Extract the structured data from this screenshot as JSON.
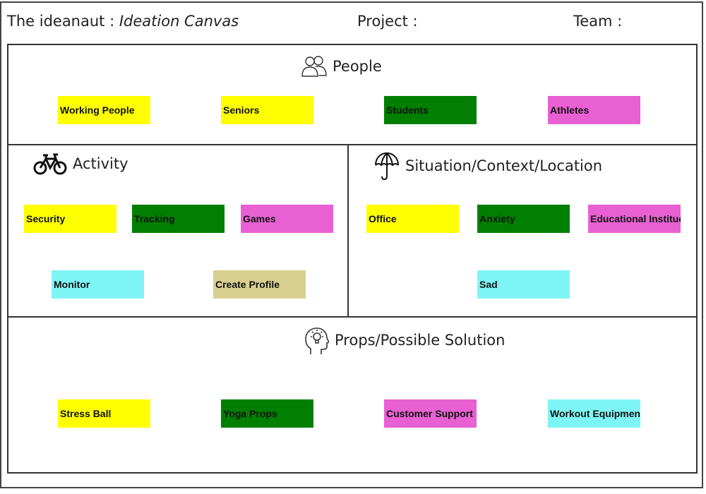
{
  "header": {
    "title_prefix": "The ideanaut : ",
    "title_italic": "Ideation Canvas",
    "project_label": "Project :",
    "team_label": "Team :"
  },
  "colors": {
    "yellow": "#ffff00",
    "green": "#007f00",
    "pink": "#e860d2",
    "cyan": "#7ef5f5",
    "khaki": "#d8cf90"
  },
  "sections": {
    "people": {
      "title": "People",
      "icon": "people-icon",
      "notes": [
        {
          "text": "Working People",
          "color": "#ffff00"
        },
        {
          "text": "Seniors",
          "color": "#ffff00"
        },
        {
          "text": "Students",
          "color": "#007f00"
        },
        {
          "text": "Athletes",
          "color": "#e860d2"
        }
      ]
    },
    "activity": {
      "title": "Activity",
      "icon": "bicycle-icon",
      "notes": [
        {
          "text": "Security",
          "color": "#ffff00"
        },
        {
          "text": "Tracking",
          "color": "#007f00"
        },
        {
          "text": "Games",
          "color": "#e860d2"
        },
        {
          "text": "Monitor",
          "color": "#7ef5f5"
        },
        {
          "text": "Create Profile",
          "color": "#d8cf90"
        }
      ]
    },
    "situation": {
      "title": "Situation/Context/Location",
      "icon": "umbrella-icon",
      "notes": [
        {
          "text": "Office",
          "color": "#ffff00"
        },
        {
          "text": "Anxiety",
          "color": "#007f00"
        },
        {
          "text": "Educational Institue",
          "color": "#e860d2"
        },
        {
          "text": "Sad",
          "color": "#7ef5f5"
        }
      ]
    },
    "props": {
      "title": "Props/Possible Solution",
      "icon": "head-lightbulb-icon",
      "notes": [
        {
          "text": "Stress Ball",
          "color": "#ffff00"
        },
        {
          "text": "Yoga Props",
          "color": "#007f00"
        },
        {
          "text": "Customer Support",
          "color": "#e860d2"
        },
        {
          "text": "Workout Equipments",
          "color": "#7ef5f5"
        }
      ]
    }
  }
}
